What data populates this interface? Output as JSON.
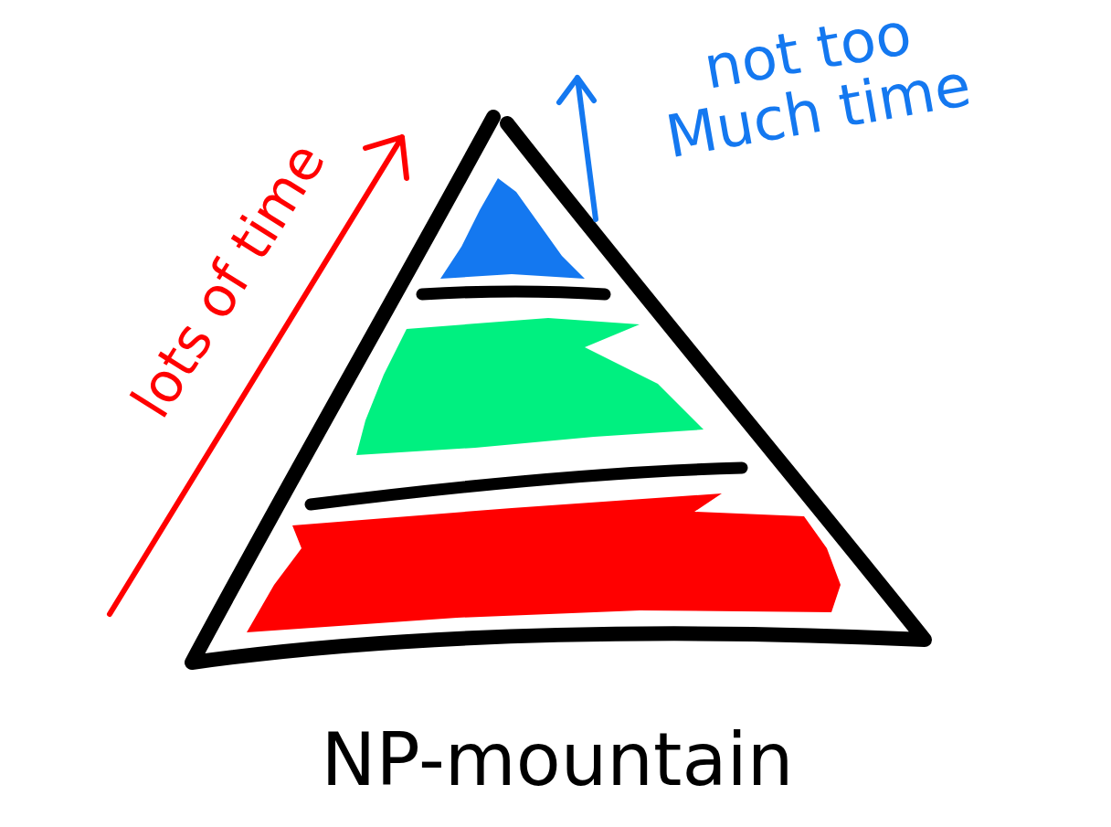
{
  "diagram": {
    "caption": "NP-mountain",
    "labels": [
      "lots of time",
      "not too Much time"
    ]
  }
}
